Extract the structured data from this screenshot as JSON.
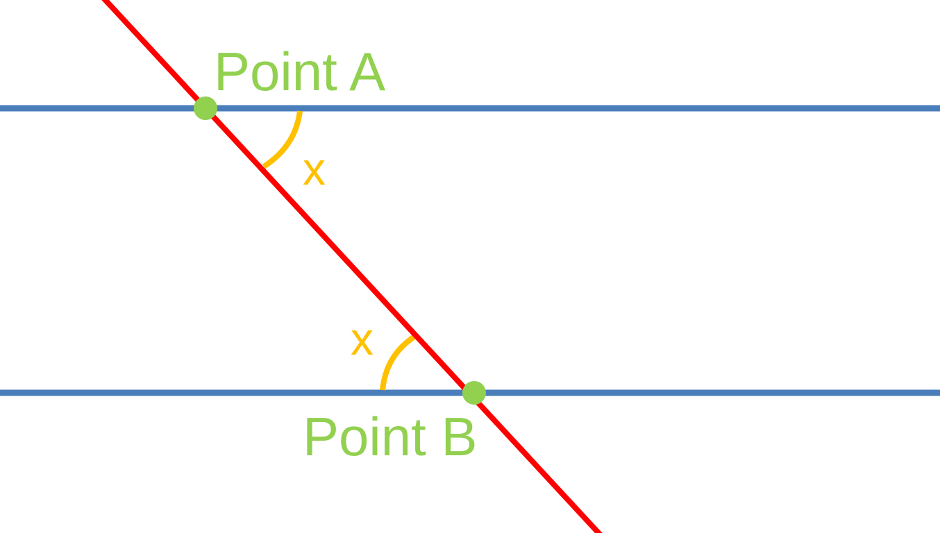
{
  "diagram": {
    "points": {
      "a": {
        "label": "Point A"
      },
      "b": {
        "label": "Point B"
      }
    },
    "angles": {
      "upper": {
        "label": "x"
      },
      "lower": {
        "label": "x"
      }
    },
    "colors": {
      "parallel_lines": "#4a7ebb",
      "transversal": "#ff0000",
      "points": "#92d050",
      "point_labels": "#92d050",
      "angle_arcs": "#ffc000",
      "angle_labels": "#ffc000",
      "background": "#ffffff"
    }
  }
}
